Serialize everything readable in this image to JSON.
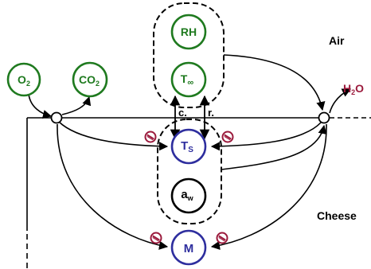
{
  "colors": {
    "green": "#1f7a1f",
    "blue": "#2e2e9e",
    "maroon": "#9b1a3c",
    "black": "#000000"
  },
  "regions": {
    "air": "Air",
    "cheese": "Cheese"
  },
  "nodes": {
    "o2": {
      "main": "O",
      "sub": "2"
    },
    "co2": {
      "main": "CO",
      "sub": "2"
    },
    "rh": {
      "main": "RH"
    },
    "t_inf": {
      "main": "T",
      "sub": "∞"
    },
    "t_s": {
      "main": "T",
      "sub": "S"
    },
    "a_w": {
      "main": "a",
      "sub": "w"
    },
    "m": {
      "main": "M"
    }
  },
  "output": {
    "main": "H",
    "sub": "2",
    "tail": "O"
  },
  "coupling_labels": {
    "c": "c.",
    "r": "r."
  },
  "inhibitor_icon": "no-entry-icon"
}
